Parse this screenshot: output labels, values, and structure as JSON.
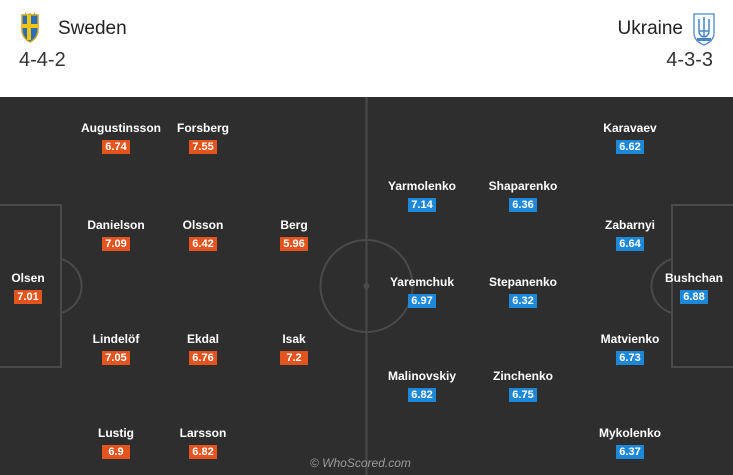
{
  "home": {
    "name": "Sweden",
    "formation": "4-4-2",
    "color": "#e4541e",
    "players": [
      {
        "name": "Olsen",
        "rating": "7.01"
      },
      {
        "name": "Augustinsson",
        "rating": "6.74"
      },
      {
        "name": "Danielson",
        "rating": "7.09"
      },
      {
        "name": "Lindelöf",
        "rating": "7.05"
      },
      {
        "name": "Lustig",
        "rating": "6.9"
      },
      {
        "name": "Forsberg",
        "rating": "7.55"
      },
      {
        "name": "Olsson",
        "rating": "6.42"
      },
      {
        "name": "Ekdal",
        "rating": "6.76"
      },
      {
        "name": "Larsson",
        "rating": "6.82"
      },
      {
        "name": "Berg",
        "rating": "5.96"
      },
      {
        "name": "Isak",
        "rating": "7.2"
      }
    ]
  },
  "away": {
    "name": "Ukraine",
    "formation": "4-3-3",
    "color": "#1e88d8",
    "players": [
      {
        "name": "Bushchan",
        "rating": "6.88"
      },
      {
        "name": "Karavaev",
        "rating": "6.62"
      },
      {
        "name": "Zabarnyi",
        "rating": "6.64"
      },
      {
        "name": "Matvienko",
        "rating": "6.73"
      },
      {
        "name": "Mykolenko",
        "rating": "6.37"
      },
      {
        "name": "Shaparenko",
        "rating": "6.36"
      },
      {
        "name": "Stepanenko",
        "rating": "6.32"
      },
      {
        "name": "Zinchenko",
        "rating": "6.75"
      },
      {
        "name": "Yarmolenko",
        "rating": "7.14"
      },
      {
        "name": "Yaremchuk",
        "rating": "6.97"
      },
      {
        "name": "Malinovskiy",
        "rating": "6.82"
      }
    ]
  },
  "watermark": "© WhoScored.com",
  "icons": {
    "home_crest": "sweden-crest-icon",
    "away_crest": "ukraine-crest-icon"
  }
}
